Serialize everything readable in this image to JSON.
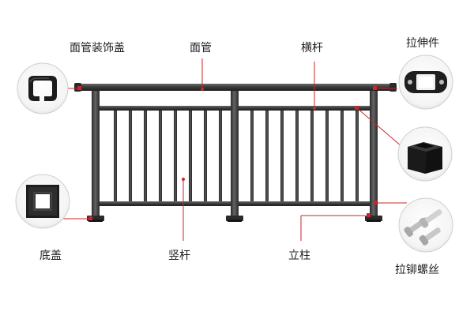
{
  "labels": {
    "handrail_end_cap": "面管装饰盖",
    "handrail": "面管",
    "crossbar": "横杆",
    "extension_piece": "拉伸件",
    "base_cover": "底盖",
    "baluster": "竖杆",
    "post": "立柱",
    "rivet_screw": "拉铆螺丝"
  },
  "colors": {
    "leader_line": "#c8262d",
    "metal": "#3a3a3a",
    "metal_dark": "#1f1f1f"
  }
}
